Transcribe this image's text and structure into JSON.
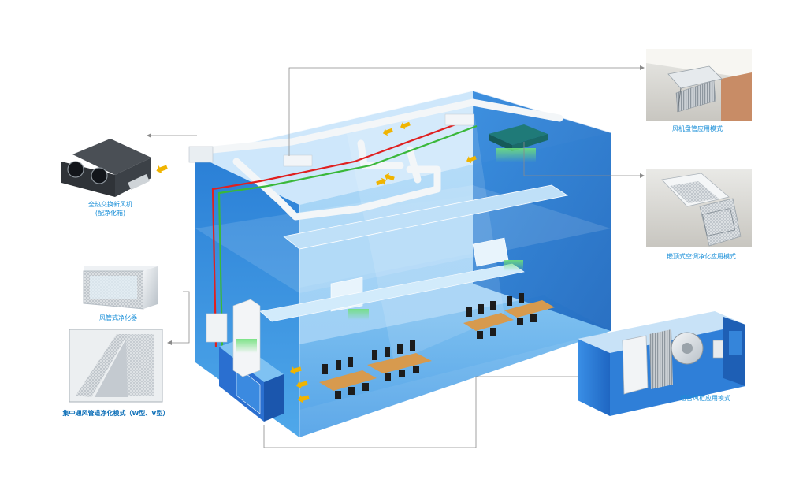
{
  "labels": {
    "hrv_line1": "全热交换新风机",
    "hrv_line2": "(配净化箱)",
    "duct_purifier": "风管式净化器",
    "central_duct": "集中通风管道净化模式（W型、V型）",
    "fan_coil": "风机盘管应用模式",
    "cassette": "嵌顶式空调净化应用模式",
    "ahu": "组合风柜应用模式"
  },
  "colors": {
    "room_blue": "#2f8fe0",
    "room_dark": "#1f6fc4",
    "accent_text": "#1a8fd8",
    "pipe_red": "#e02020",
    "pipe_green": "#3ab83a",
    "airflow_arrow": "#f0b400",
    "leader_line": "#8a8a8a"
  },
  "icons": {
    "hrv": "heat-recovery-ventilator-icon",
    "purifier_box": "duct-purifier-box-icon",
    "v_filter": "v-filter-icon",
    "fan_coil": "ceiling-fan-coil-icon",
    "cassette": "cassette-ac-icon",
    "ahu": "air-handling-unit-icon"
  }
}
